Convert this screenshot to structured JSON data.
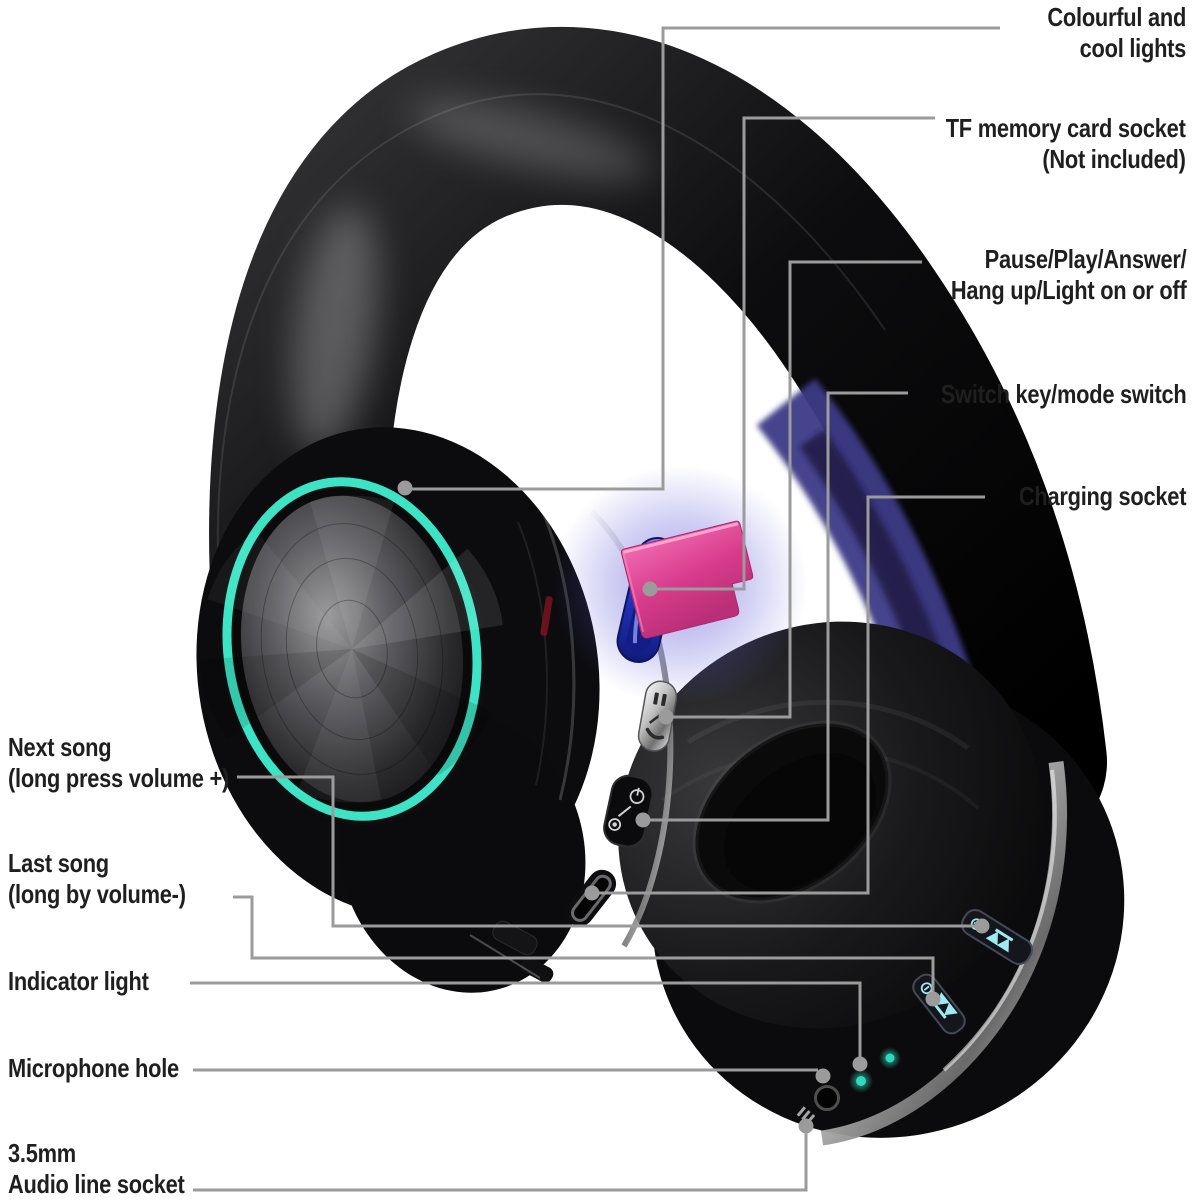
{
  "alt": "Black wireless over-ear Bluetooth headphones with colourful light ring, TF card being inserted, annotated feature callout diagram",
  "colors": {
    "background": "#ffffff",
    "text": "#1f1f1f",
    "callout_gray": "#9b9b9b",
    "accent_teal": "#3ce4c5",
    "card_pink": "#e64b9c",
    "slot_blue": "#3a4cd8",
    "glow_purple": "#5c56d6",
    "band_purple": "#3d3a86",
    "led_cyan": "#2fd9bb",
    "button_icon_cyan": "#9fe9f4",
    "chrome": "#d9d9d9",
    "red_accent": "#73131f"
  },
  "callouts": {
    "right": [
      {
        "id": "colourful-lights",
        "lines": [
          "Colourful and",
          "cool lights"
        ]
      },
      {
        "id": "tf-card-socket",
        "lines": [
          "TF memory card socket",
          "(Not included)"
        ]
      },
      {
        "id": "play-multi",
        "lines": [
          "Pause/Play/Answer/",
          "Hang up/Light on or off"
        ]
      },
      {
        "id": "switch-key",
        "lines": [
          "Switch key/mode switch"
        ]
      },
      {
        "id": "charging-socket",
        "lines": [
          "Charging socket"
        ]
      }
    ],
    "left": [
      {
        "id": "next-song",
        "lines": [
          "Next song",
          "(long press volume +)"
        ]
      },
      {
        "id": "last-song",
        "lines": [
          "Last song",
          "(long by volume-)"
        ]
      },
      {
        "id": "indicator-light",
        "lines": [
          "Indicator light"
        ]
      },
      {
        "id": "microphone-hole",
        "lines": [
          "Microphone hole"
        ]
      },
      {
        "id": "audio-socket",
        "lines": [
          "3.5mm",
          "Audio line socket"
        ]
      }
    ]
  },
  "icons": {
    "play_button": [
      "pause-icon",
      "phone-icon"
    ],
    "power_button": [
      "power-icon",
      "mode-dot-icon"
    ],
    "next_button": [
      "volume-plus-icon",
      "next-track-icon"
    ],
    "prev_button": [
      "volume-minus-icon",
      "prev-track-icon"
    ]
  }
}
